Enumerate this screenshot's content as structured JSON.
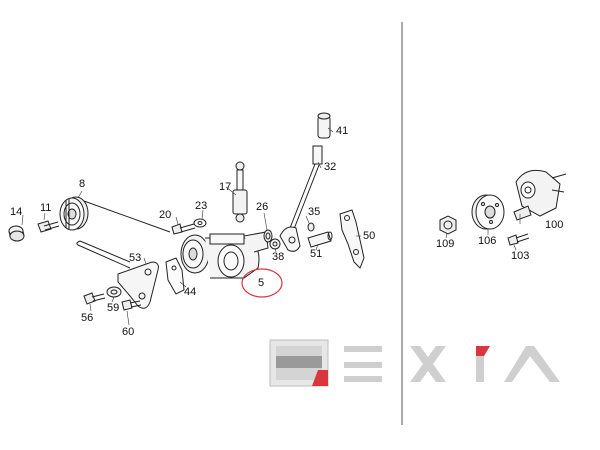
{
  "diagram": {
    "part_labels": {
      "p8": "8",
      "p11": "11",
      "p14": "14",
      "p17": "17",
      "p20": "20",
      "p23": "23",
      "p26": "26",
      "p32": "32",
      "p35": "35",
      "p38": "38",
      "p41": "41",
      "p44": "44",
      "p5": "5",
      "p50": "50",
      "p51": "51",
      "p53": "53",
      "p56": "56",
      "p59": "59",
      "p60": "60",
      "p100": "100",
      "p103": "103",
      "p106": "106",
      "p109": "109"
    },
    "highlighted_part": "5",
    "highlight_color": "#d9363e",
    "line_color": "#222222"
  },
  "watermark": {
    "logo_text": "EXIA",
    "wordmark": "EXIA",
    "logo_color": "#c9c9c9",
    "accent_color": "#d9363e"
  }
}
